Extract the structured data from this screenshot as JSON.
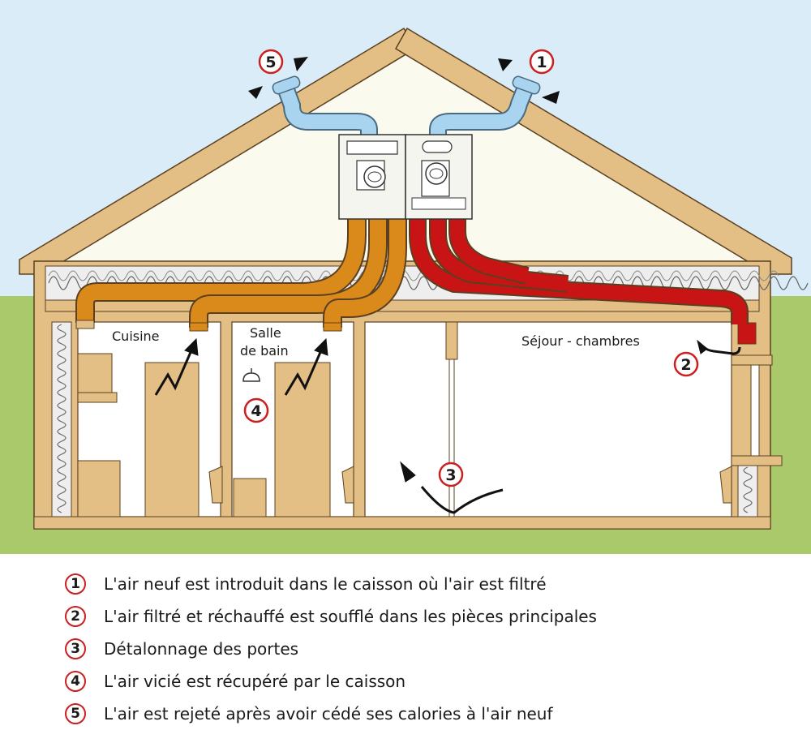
{
  "colors": {
    "sky": "#d9ecf7",
    "grass": "#a9c96b",
    "wood": "#e3bf86",
    "wood_stroke": "#5a4020",
    "attic": "#fbfaee",
    "room": "#ffffff",
    "insulation": "#eeeeee",
    "extract_duct": "#d98a1a",
    "supply_duct": "#c81414",
    "outside_duct": "#a8d4ef",
    "badge_ring": "#cc1f1f",
    "furniture": "#e3bf86"
  },
  "rooms": {
    "kitchen": "Cuisine",
    "bathroom_line1": "Salle",
    "bathroom_line2": "de bain",
    "living": "Séjour - chambres"
  },
  "badges": [
    "1",
    "2",
    "3",
    "4",
    "5"
  ],
  "legend": [
    {
      "num": "1",
      "text": "L'air neuf est introduit dans le caisson où l'air est filtré"
    },
    {
      "num": "2",
      "text": "L'air filtré et réchauffé est soufflé dans les pièces principales"
    },
    {
      "num": "3",
      "text": "Détalonnage des portes"
    },
    {
      "num": "4",
      "text": "L'air vicié est récupéré par le caisson"
    },
    {
      "num": "5",
      "text": "L'air est rejeté après avoir cédé ses calories à l'air neuf"
    }
  ]
}
